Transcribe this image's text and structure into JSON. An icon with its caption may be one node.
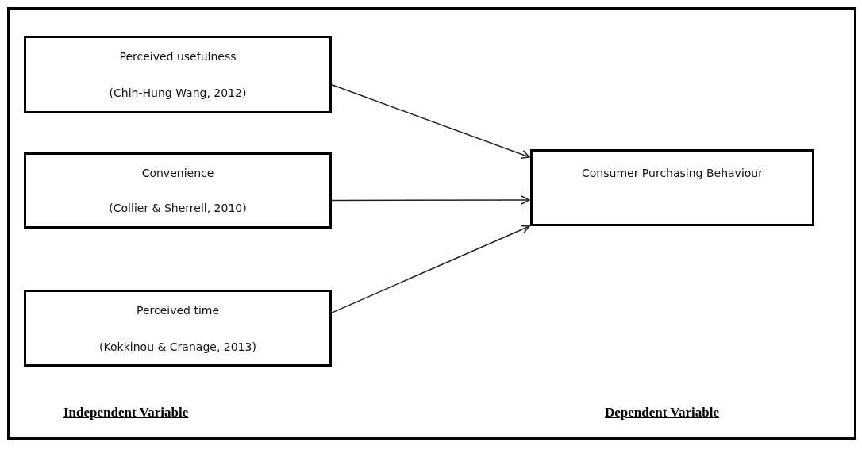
{
  "diagram": {
    "nodes": [
      {
        "text": [
          "Perceived usefulness",
          "(Chih-Hung Wang, 2012)"
        ]
      },
      {
        "text": [
          "Convenience",
          "(Collier & Sherrell, 2010)"
        ]
      },
      {
        "text": [
          "Perceived time",
          "(Kokkinou & Cranage, 2013)"
        ]
      },
      {
        "text": [
          "Consumer Purchasing Behaviour"
        ]
      }
    ],
    "edges": [
      {
        "from": 0,
        "to": 3,
        "arrow": "to"
      },
      {
        "from": 1,
        "to": 3,
        "arrow": "to"
      },
      {
        "from": 2,
        "to": 3,
        "arrow": "to"
      }
    ],
    "labels": [
      "Independent Variable",
      "Dependent Variable"
    ]
  }
}
